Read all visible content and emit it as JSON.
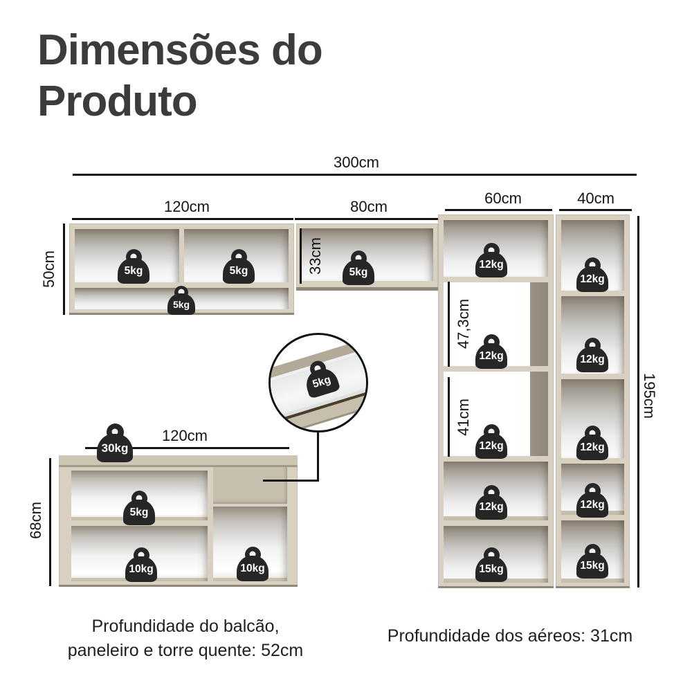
{
  "title": "Dimensões do Produto",
  "dimensions": {
    "width_total": "300cm",
    "width_aerial_left": "120cm",
    "width_aerial_center": "80cm",
    "width_tower": "60cm",
    "width_side_tower": "40cm",
    "height_aerial": "50cm",
    "height_aerial_center": "33cm",
    "height_niche_upper": "47,3cm",
    "height_niche_lower": "41cm",
    "height_tower": "195cm",
    "height_counter": "68cm",
    "width_counter": "120cm"
  },
  "weights": {
    "aerial_left": [
      "5kg",
      "5kg",
      "5kg"
    ],
    "aerial_center": "5kg",
    "tower": [
      "12kg",
      "12kg",
      "12kg",
      "12kg",
      "15kg"
    ],
    "side_tower": [
      "12kg",
      "12kg",
      "12kg",
      "12kg",
      "15kg"
    ],
    "counter_top": "30kg",
    "counter_shelf": "5kg",
    "counter_bottom_left": "10kg",
    "counter_bottom_right": "10kg",
    "drawer_detail": "5kg"
  },
  "footer": {
    "left_line1": "Profundidade do balcão,",
    "left_line2": "paneleiro e torre quente: 52cm",
    "right": "Profundidade dos aéreos: 31cm"
  },
  "colors": {
    "cabinet_frame": "#d8d1c2",
    "cabinet_side": "#8f8779",
    "weight_icon": "#262626",
    "measure_line": "#141414",
    "title_text": "#3c3c3c"
  }
}
